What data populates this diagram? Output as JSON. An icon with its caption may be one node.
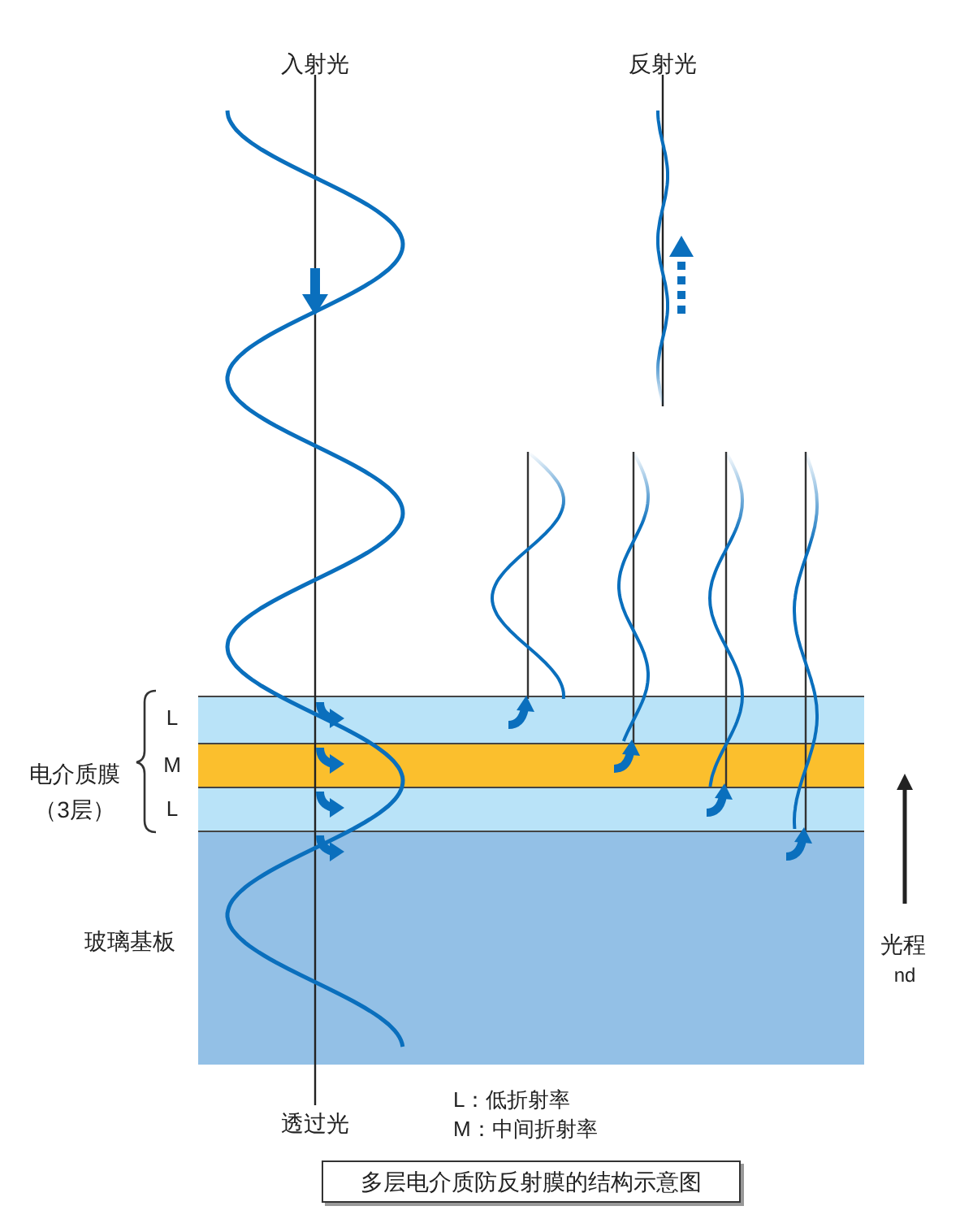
{
  "diagram": {
    "caption": "多层电介质防反射膜的结构示意图",
    "labels": [
      "入射光",
      "反射光",
      "电介质膜（3层）",
      "L",
      "M",
      "L",
      "玻璃基板",
      "光程",
      "nd",
      "透过光",
      "L：低折射率",
      "M：中间折射率"
    ]
  }
}
